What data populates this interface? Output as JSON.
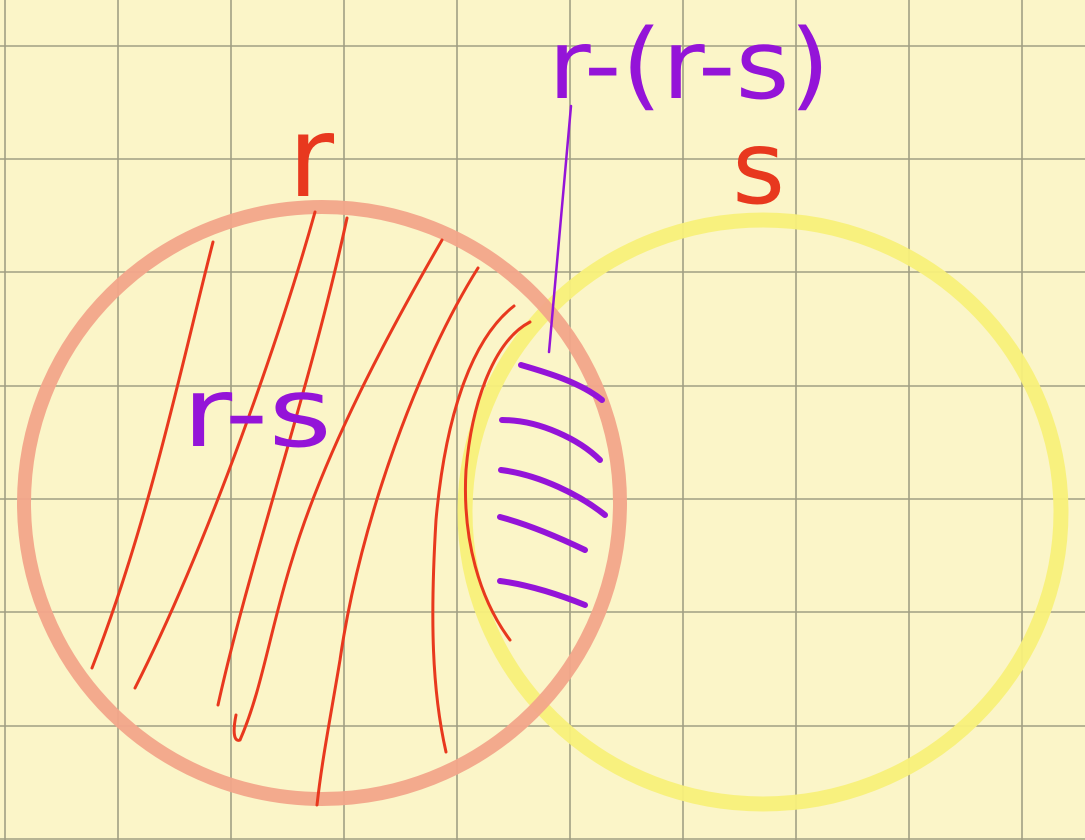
{
  "labels": {
    "set_r": "r",
    "set_s": "s",
    "r_minus_s": "r-s",
    "r_minus_r_minus_s": "r-(r-s)"
  },
  "colors": {
    "paper": "#fbf5c8",
    "grid": "#8f8f78",
    "circle_r": "#f2a58a",
    "circle_s": "#f8f07a",
    "hatch_red": "#e8381e",
    "ink_purple": "#9414d8",
    "label_red": "#e8381e"
  },
  "icons": {
    "circle_r": "circle-outline",
    "circle_s": "circle-outline"
  }
}
